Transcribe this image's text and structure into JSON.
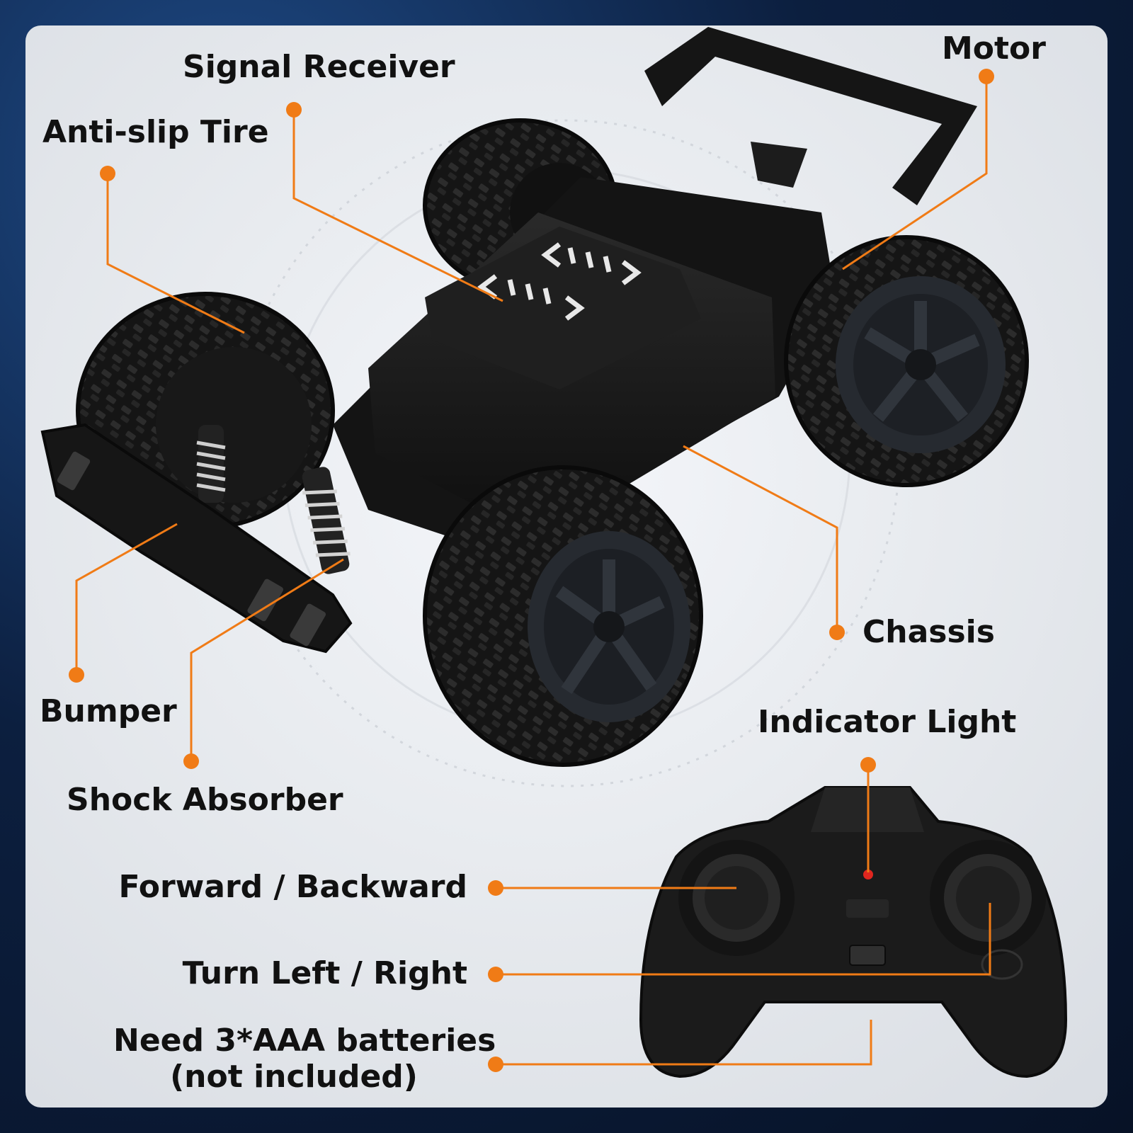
{
  "labels": {
    "signal_receiver": "Signal Receiver",
    "motor": "Motor",
    "anti_slip_tire": "Anti-slip Tire",
    "chassis": "Chassis",
    "bumper": "Bumper",
    "shock_absorber": "Shock Absorber",
    "indicator_light": "Indicator Light",
    "forward_backward": "Forward / Backward",
    "turn_left_right": "Turn Left / Right",
    "batteries_line1": "Need 3*AAA batteries",
    "batteries_line2": "(not included)"
  },
  "colors": {
    "accent": "#f07b16",
    "text": "#111111",
    "car_body": "#1a1a1a",
    "background_dark": "#0a1a33"
  }
}
